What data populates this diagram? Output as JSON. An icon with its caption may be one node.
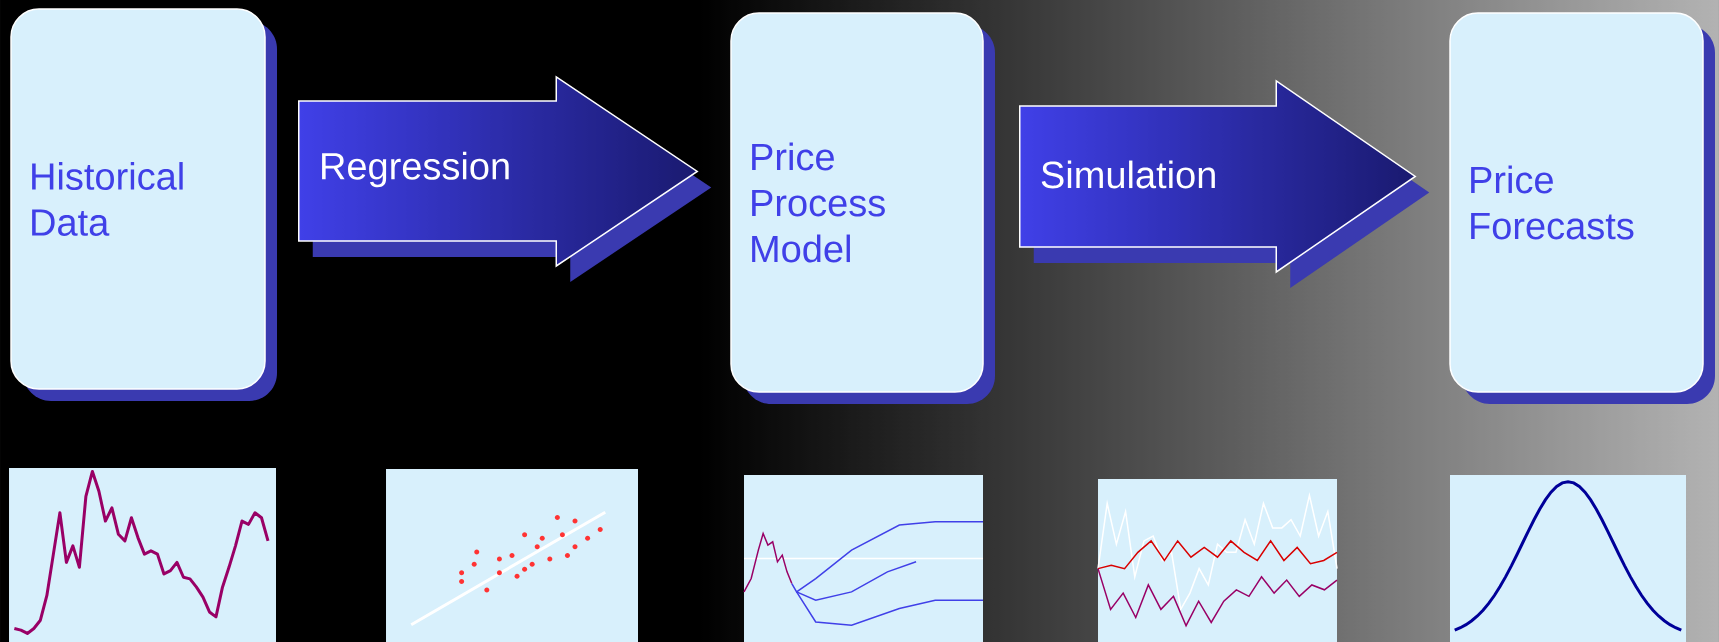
{
  "diagram": {
    "nodes": [
      {
        "text": [
          "Historical Data"
        ]
      },
      {
        "text": [
          "Price Process Model"
        ]
      },
      {
        "text": [
          "Price Forecasts"
        ]
      }
    ],
    "edges": [
      {
        "from": 0,
        "to": 1,
        "arrow": "to",
        "label": "Regression",
        "style": "thick"
      },
      {
        "from": 1,
        "to": 2,
        "arrow": "to",
        "label": "Simulation",
        "style": "thick"
      }
    ]
  }
}
